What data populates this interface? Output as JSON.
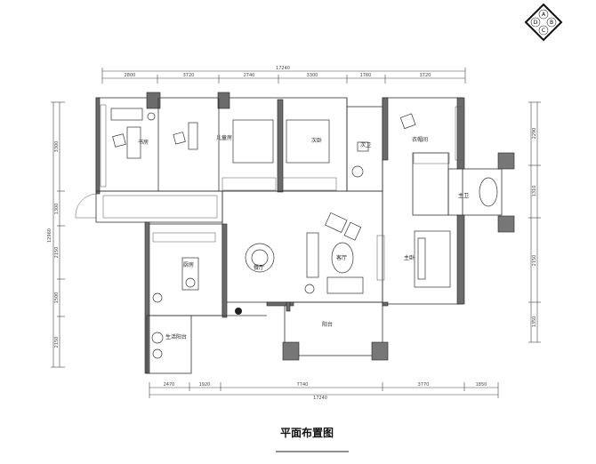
{
  "title": "平面布置图",
  "compass": {
    "top": "A",
    "right": "B",
    "bottom": "C",
    "left": "D"
  },
  "rooms": {
    "study": "书房",
    "child_room": "儿童房",
    "second_bedroom": "次卧",
    "second_bath": "次卫",
    "cloakroom": "衣帽间",
    "master_bath": "主卫",
    "master_bedroom": "主卧",
    "kitchen": "厨房",
    "dining": "餐厅",
    "living": "客厅",
    "balcony": "阳台",
    "utility_balcony": "生活阳台"
  },
  "dimensions": {
    "top_total": "17240",
    "top": [
      "2800",
      "3720",
      "2740",
      "3300",
      "1760",
      "3720"
    ],
    "bottom_total": "17240",
    "bottom": [
      "2470",
      "1920",
      "7740",
      "3770",
      "1850"
    ],
    "left_total": "12960",
    "left": [
      "3300",
      "1300",
      "2150",
      "1500",
      "2150"
    ],
    "right": [
      "2290",
      "1310",
      "2150",
      "1350"
    ]
  }
}
